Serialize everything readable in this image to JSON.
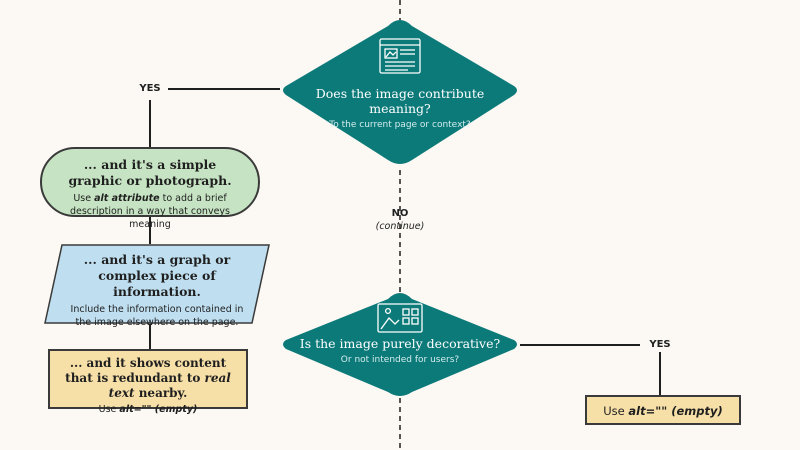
{
  "colors": {
    "teal": "#0d7a7a",
    "green": "#c6e4c3",
    "blue": "#bfdff0",
    "yellow": "#f7e0a8",
    "line": "#1f1f1f"
  },
  "decision1": {
    "title": "Does the image contribute meaning?",
    "subtitle": "To the current page or context?",
    "icon": "web-page-image-icon"
  },
  "decision2": {
    "title": "Is the image purely decorative?",
    "subtitle": "Or not intended for users?",
    "icon": "image-gallery-icon"
  },
  "labels": {
    "yes1": "YES",
    "no": "NO",
    "no_sub": "(continue)",
    "yes2": "YES"
  },
  "simple": {
    "title": "... and it's a simple graphic or photograph.",
    "desc_attr": "alt attribute",
    "desc_pre": "Use ",
    "desc_post": " to add a brief description in a way that conveys meaning"
  },
  "complex": {
    "title": "... and it's a graph or complex piece of information.",
    "desc": "Include the information contained in the image elsewhere on the page."
  },
  "redundant": {
    "title_pre": "... and it shows content that is redundant to ",
    "title_em": "real text",
    "title_post": " nearby.",
    "use_pre": "Use ",
    "use_code": "alt=\"\" (empty)"
  },
  "decorative_result": {
    "use_pre": "Use ",
    "use_code": "alt=\"\" (empty)"
  }
}
